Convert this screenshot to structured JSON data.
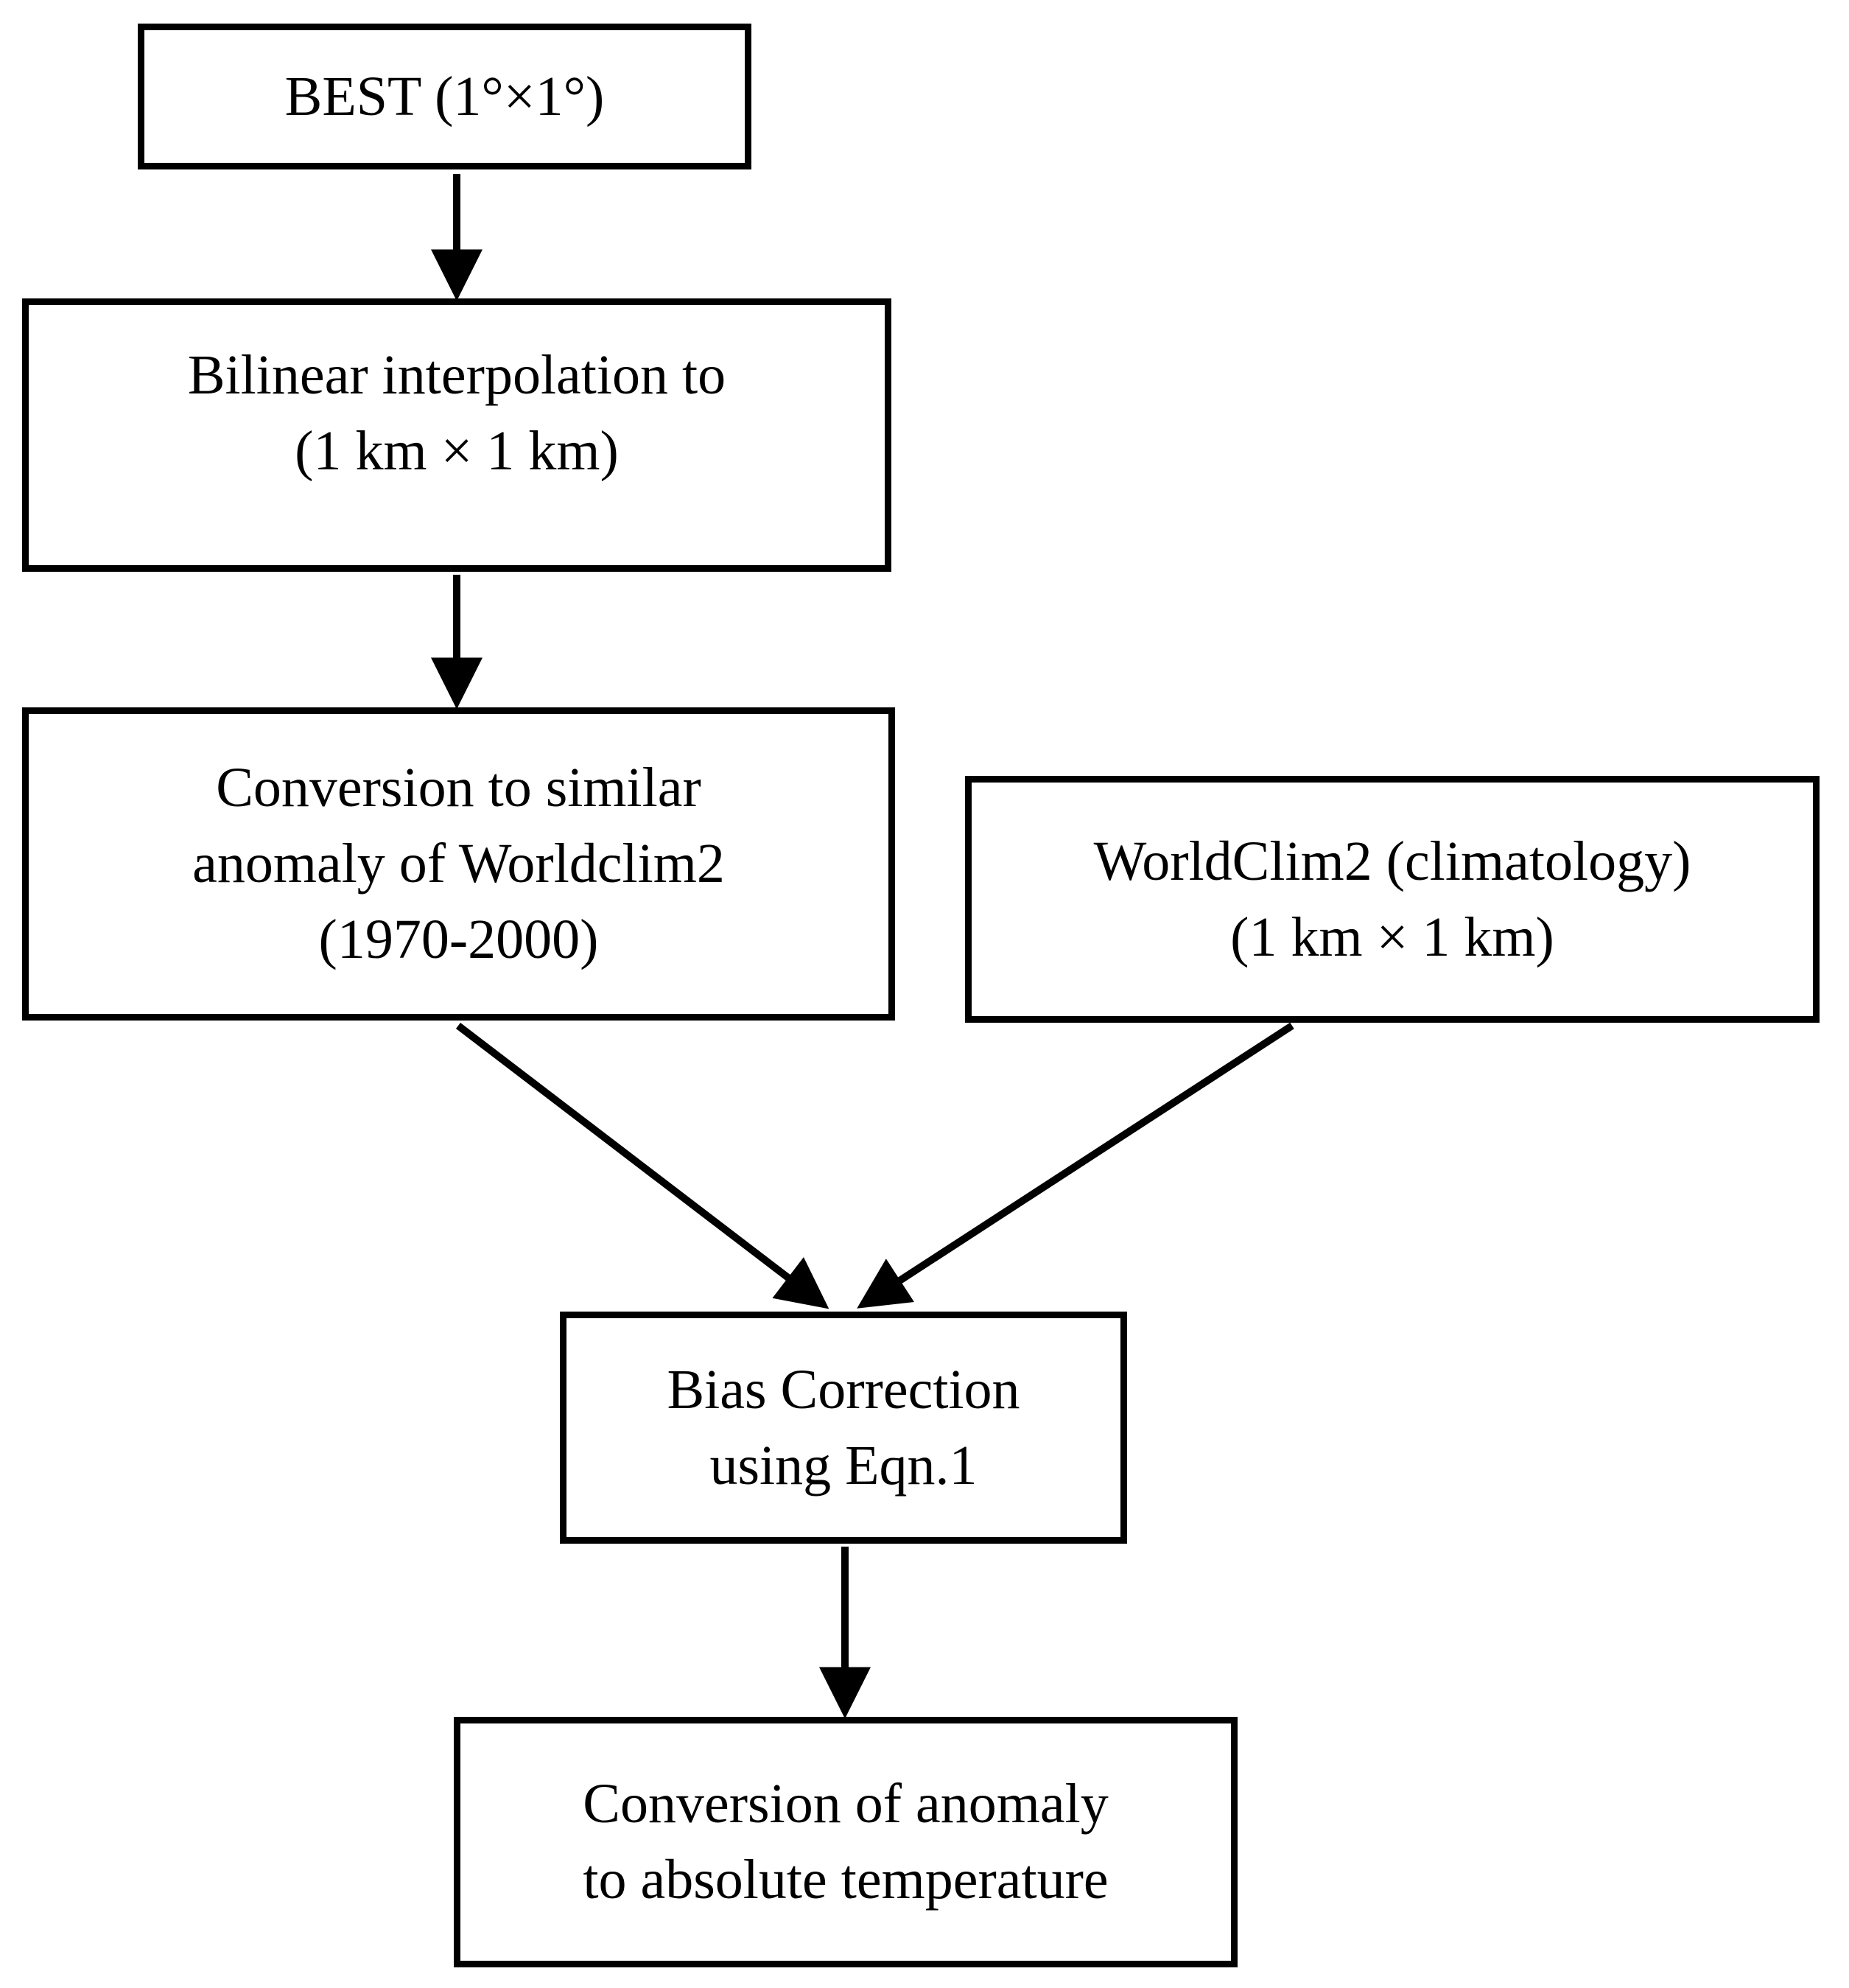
{
  "diagram": {
    "type": "flowchart",
    "title": "",
    "background_color": "#ffffff",
    "box_border_color": "#000000",
    "text_color": "#000000",
    "arrow_color": "#000000",
    "nodes": {
      "best": {
        "lines": [
          "BEST (1°×1°)"
        ]
      },
      "bilinear": {
        "lines": [
          "Bilinear interpolation to",
          "(1 km × 1 km)"
        ]
      },
      "anomaly": {
        "lines": [
          "Conversion to similar",
          "anomaly of Worldclim2",
          "(1970-2000)"
        ]
      },
      "worldclim2": {
        "lines": [
          "WorldClim2 (climatology)",
          "(1 km × 1 km)"
        ]
      },
      "bias": {
        "lines": [
          "Bias Correction",
          "using Eqn.1"
        ]
      },
      "absolute": {
        "lines": [
          "Conversion of anomaly",
          "to absolute temperature"
        ]
      }
    },
    "edges": [
      {
        "from": "best",
        "to": "bilinear"
      },
      {
        "from": "bilinear",
        "to": "anomaly"
      },
      {
        "from": "anomaly",
        "to": "bias"
      },
      {
        "from": "worldclim2",
        "to": "bias"
      },
      {
        "from": "bias",
        "to": "absolute"
      }
    ]
  }
}
